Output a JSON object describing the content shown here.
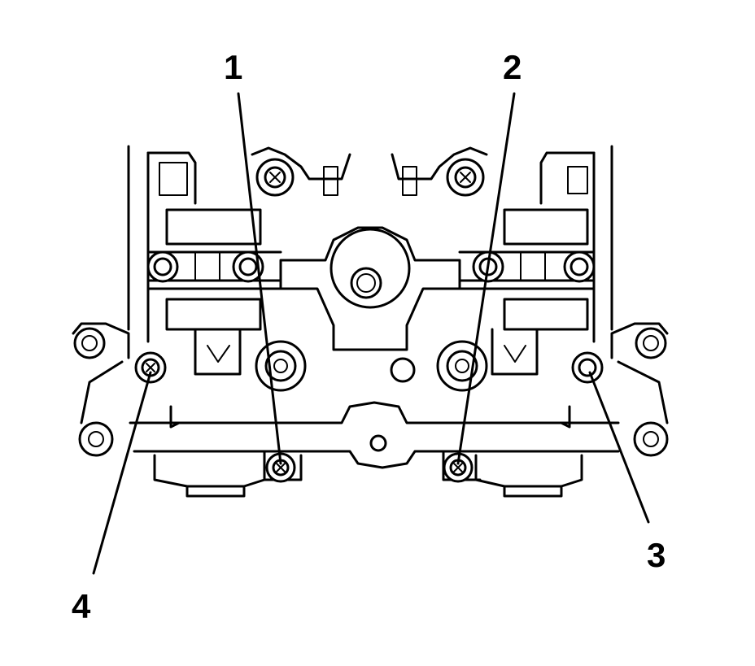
{
  "figure": {
    "callouts": [
      {
        "id": "1",
        "label": "1"
      },
      {
        "id": "2",
        "label": "2"
      },
      {
        "id": "3",
        "label": "3"
      },
      {
        "id": "4",
        "label": "4"
      }
    ],
    "colors": {
      "ink": "#000000",
      "paper": "#ffffff"
    }
  }
}
